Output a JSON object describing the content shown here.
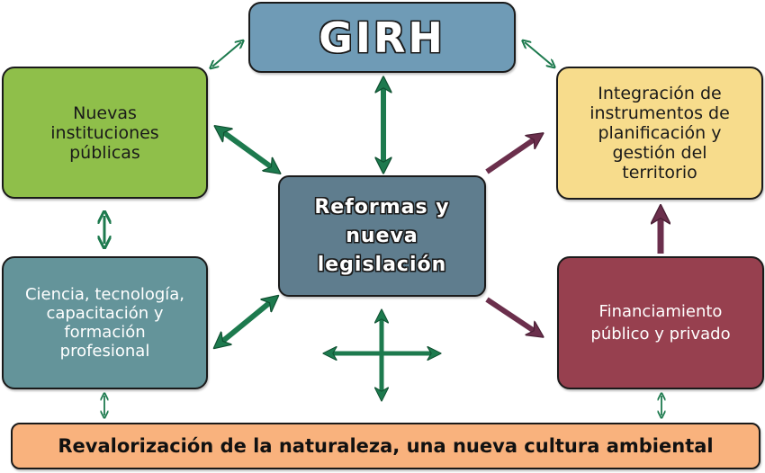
{
  "diagram": {
    "title": "GIRH",
    "center": "Reformas y\nnueva\nlegislación",
    "nodes": {
      "top_left": "Nuevas\ninstituciones\npúblicas",
      "top_right": "Integración de\ninstrumentos de\nplanificación y\ngestión del\nterritorio",
      "bottom_left": "Ciencia, tecnología,\ncapacitación y\nformación\nprofesional",
      "bottom_right": "Financiamiento\npúblico y privado",
      "footer": "Revalorización de la naturaleza, una nueva cultura ambiental"
    },
    "colors": {
      "girh": "#6f9bb6",
      "top_left": "#8fbf4a",
      "top_right": "#f7dc8c",
      "center": "#5f7d8e",
      "bottom_left": "#64949a",
      "bottom_right": "#97404f",
      "footer": "#f9b27d",
      "arrow_green": "#1d7a4e",
      "arrow_purple": "#6b2f4c"
    },
    "connections": [
      {
        "from": "GIRH",
        "to": "Nuevas instituciones públicas",
        "type": "bidirectional",
        "color": "green"
      },
      {
        "from": "GIRH",
        "to": "Integración de instrumentos de planificación y gestión del territorio",
        "type": "bidirectional",
        "color": "green"
      },
      {
        "from": "GIRH",
        "to": "Reformas y nueva legislación",
        "type": "bidirectional",
        "color": "green"
      },
      {
        "from": "Nuevas instituciones públicas",
        "to": "Reformas y nueva legislación",
        "type": "bidirectional",
        "color": "green"
      },
      {
        "from": "Nuevas instituciones públicas",
        "to": "Ciencia, tecnología, capacitación y formación profesional",
        "type": "bidirectional",
        "color": "green"
      },
      {
        "from": "Reformas y nueva legislación",
        "to": "Integración de instrumentos de planificación y gestión del territorio",
        "type": "directed",
        "color": "purple"
      },
      {
        "from": "Reformas y nueva legislación",
        "to": "Financiamiento público y privado",
        "type": "directed",
        "color": "purple"
      },
      {
        "from": "Financiamiento público y privado",
        "to": "Integración de instrumentos de planificación y gestión del territorio",
        "type": "directed",
        "color": "purple"
      },
      {
        "from": "Ciencia, tecnología, capacitación y formación profesional",
        "to": "Reformas y nueva legislación",
        "type": "bidirectional",
        "color": "green"
      },
      {
        "from": "Reformas y nueva legislación",
        "to": "Revalorización de la naturaleza, una nueva cultura ambiental",
        "type": "four-way",
        "color": "green"
      },
      {
        "from": "Ciencia, tecnología, capacitación y formación profesional",
        "to": "Revalorización de la naturaleza, una nueva cultura ambiental",
        "type": "bidirectional",
        "color": "green"
      },
      {
        "from": "Financiamiento público y privado",
        "to": "Revalorización de la naturaleza, una nueva cultura ambiental",
        "type": "bidirectional",
        "color": "green"
      }
    ]
  }
}
